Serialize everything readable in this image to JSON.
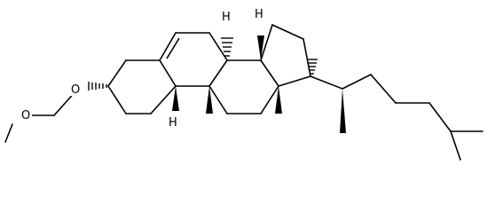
{
  "molecule": {
    "labels": {
      "o1": "O",
      "o2": "O",
      "h9": "H",
      "h8": "H",
      "h14": "H"
    }
  }
}
